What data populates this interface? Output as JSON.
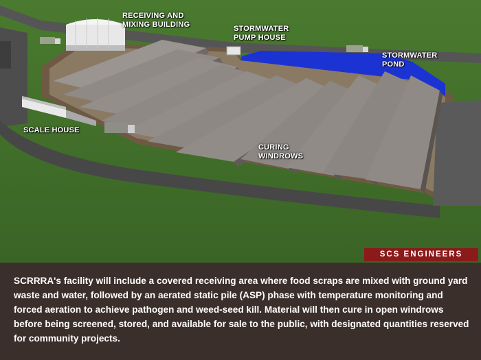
{
  "labels": {
    "receiving": "RECEIVING AND\nMIXING BUILDING",
    "pump_house": "STORMWATER\nPUMP HOUSE",
    "pond": "STORMWATER\nPOND",
    "scale_house": "SCALE HOUSE",
    "windrows": "CURING\nWINDROWS"
  },
  "brand": "SCS ENGINEERS",
  "caption": "SCRRRA's facility will include a covered receiving area where food scraps are mixed with ground yard waste and water, followed by an aerated static pile (ASP) phase with temperature monitoring and forced aeration to achieve pathogen and weed-seed kill. Material will then cure in open windrows before being screened, stored, and available for sale to the public, with designated quantities reserved for community projects.",
  "colors": {
    "grass": "#3f6d2a",
    "pad": "#8a7b66",
    "windrow": "#8c8783",
    "pond": "#1b2fd1",
    "road": "#4a4a4a",
    "brand": "#8b1a1a",
    "caption_bg": "#3b2f2b"
  }
}
